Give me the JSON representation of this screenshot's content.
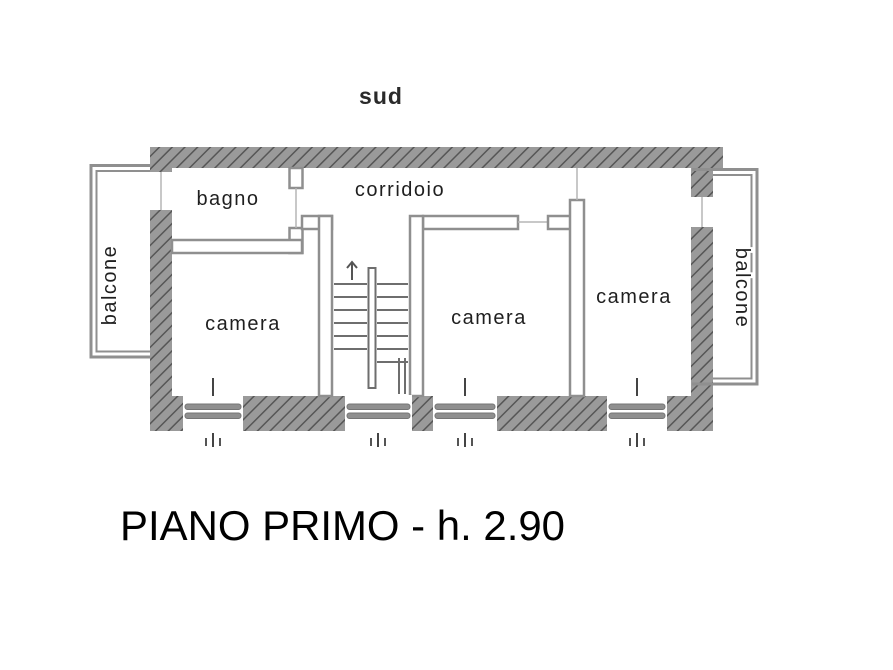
{
  "title": "PIANO PRIMO - h. 2.90",
  "orientation_label": "sud",
  "labels": {
    "bagno": "bagno",
    "corridoio": "corridoio",
    "camera_left": "camera",
    "camera_center": "camera",
    "camera_right": "camera",
    "balcone_left": "balcone",
    "balcone_right": "balcone"
  },
  "colors": {
    "background": "#ffffff",
    "wall": "#9a9a9a",
    "hatch": "#565656",
    "partition": "#8f8f8f",
    "detail": "#6e6e6e",
    "label": "#1f1f1f",
    "title": "#000000"
  }
}
